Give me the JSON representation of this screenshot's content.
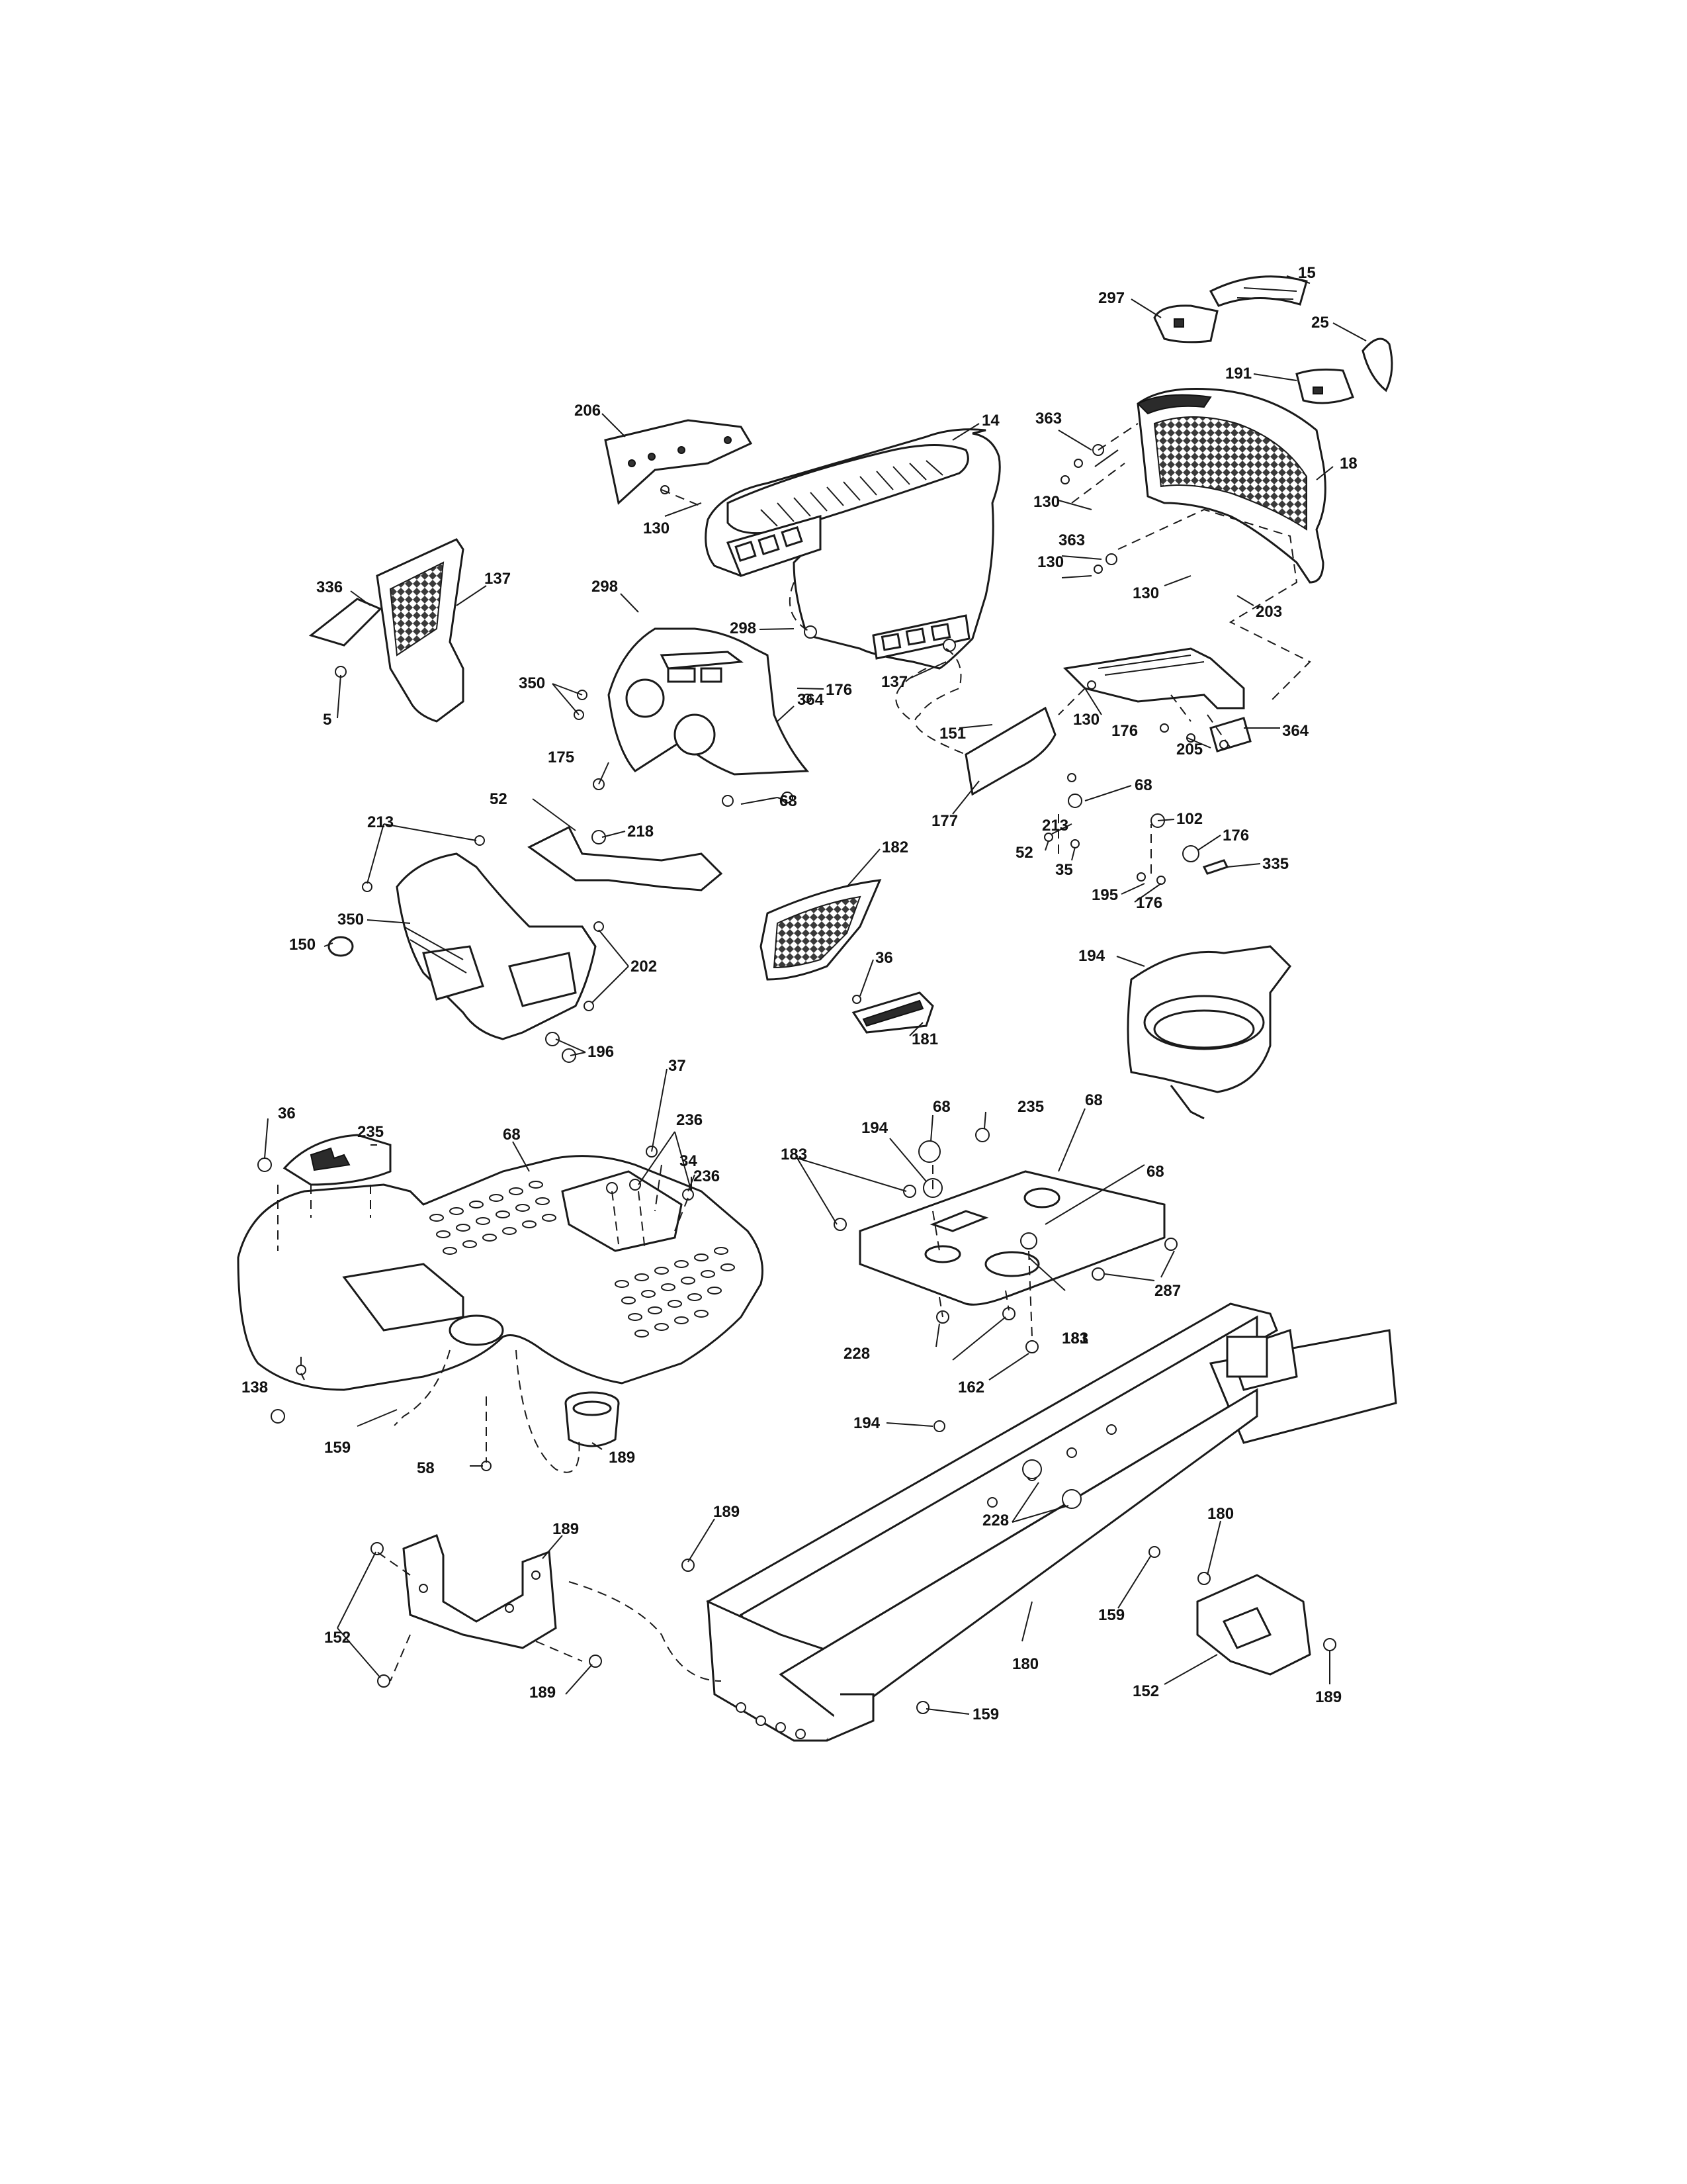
{
  "diagram": {
    "labels": [
      "15",
      "297",
      "25",
      "191",
      "363",
      "14",
      "206",
      "18",
      "130",
      "363",
      "130",
      "130",
      "130",
      "203",
      "336",
      "137",
      "298",
      "298",
      "137",
      "176",
      "350",
      "5",
      "364",
      "130",
      "151",
      "364",
      "176",
      "205",
      "175",
      "177",
      "52",
      "218",
      "68",
      "213",
      "52",
      "35",
      "102",
      "176",
      "335",
      "68",
      "213",
      "182",
      "195",
      "176",
      "350",
      "150",
      "202",
      "36",
      "194",
      "181",
      "196",
      "37",
      "36",
      "235",
      "236",
      "68",
      "34",
      "68",
      "194",
      "235",
      "68",
      "183",
      "236",
      "68",
      "183",
      "287",
      "228",
      "181",
      "162",
      "138",
      "194",
      "159",
      "58",
      "189",
      "228",
      "189",
      "189",
      "180",
      "159",
      "152",
      "189"
    ]
  }
}
